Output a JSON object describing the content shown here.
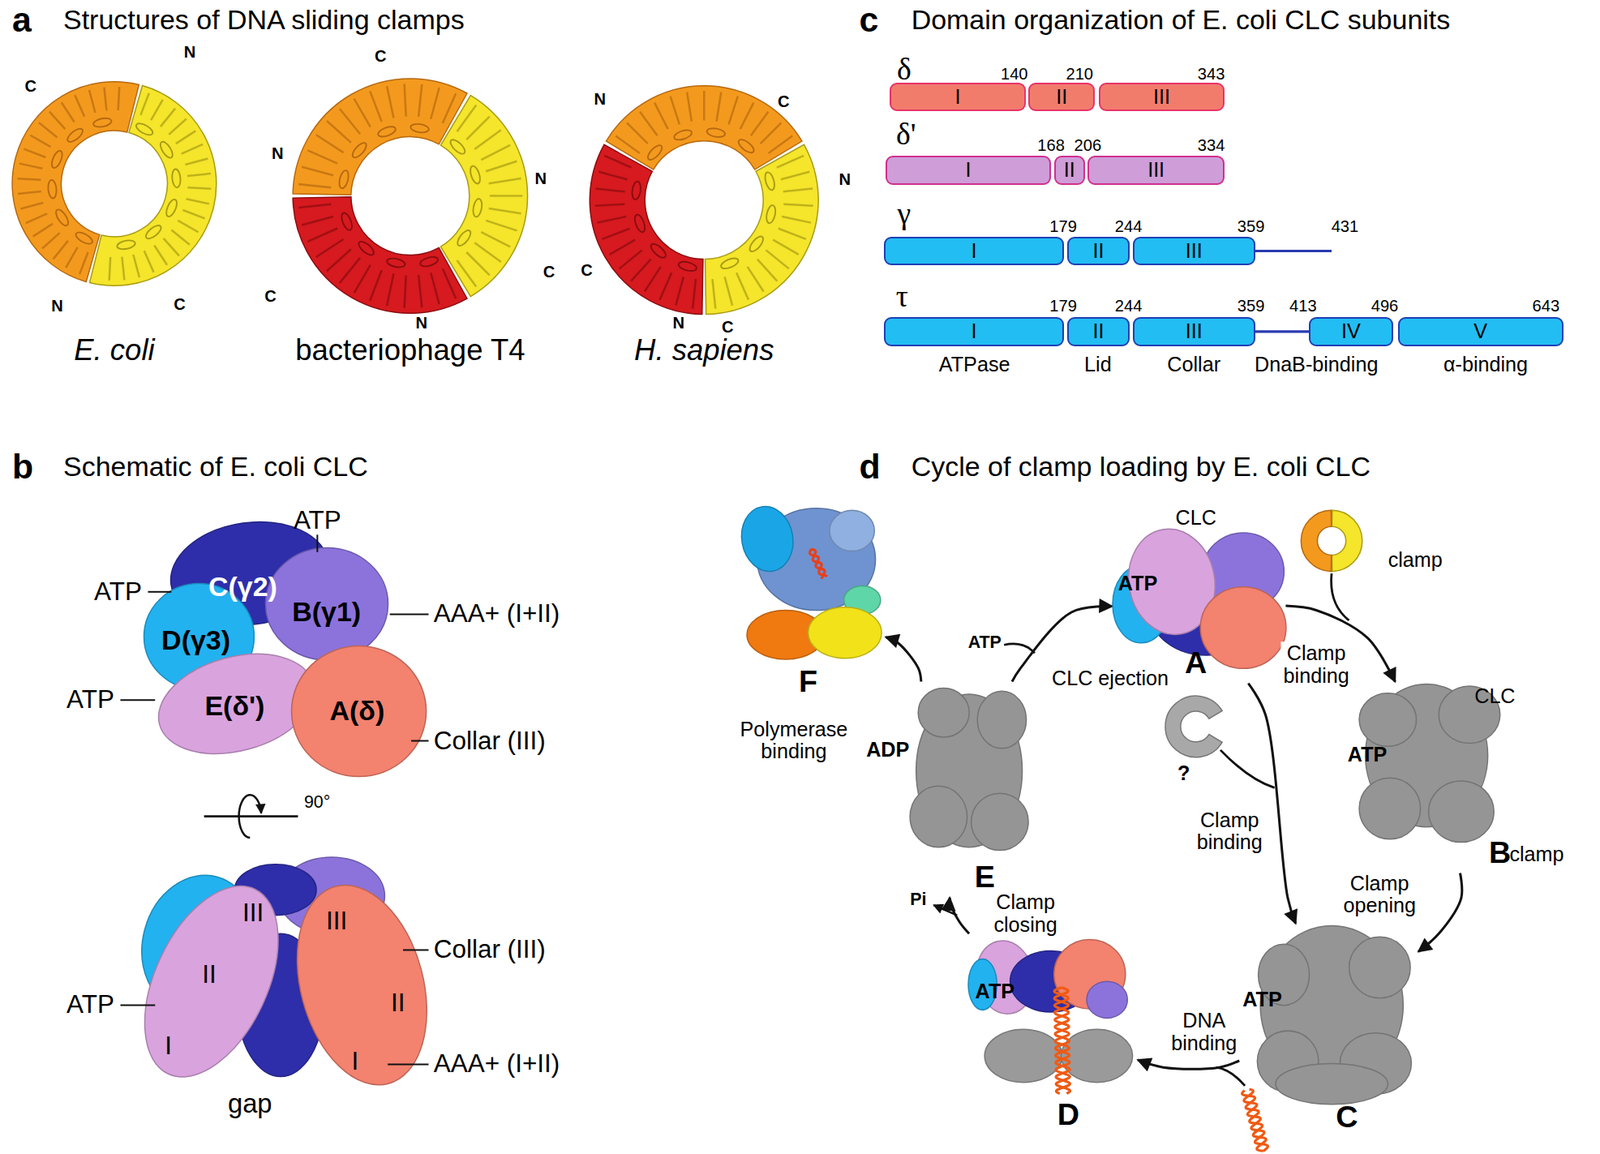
{
  "diagram": {
    "nodes": [
      {
        "text": [
          "C(γ2)"
        ]
      },
      {
        "text": [
          "B(γ1)"
        ]
      },
      {
        "text": [
          "D(γ3)"
        ]
      },
      {
        "text": [
          "E(δ')"
        ]
      },
      {
        "text": [
          "A(δ)"
        ]
      },
      {
        "text": [
          "III",
          "II",
          "I"
        ]
      },
      {
        "text": [
          "III",
          "II",
          "I"
        ]
      },
      {
        "text": [
          "I"
        ]
      },
      {
        "text": [
          "II"
        ]
      },
      {
        "text": [
          "III"
        ]
      },
      {
        "text": [
          "I"
        ]
      },
      {
        "text": [
          "II"
        ]
      },
      {
        "text": [
          "III"
        ]
      },
      {
        "text": [
          "I"
        ]
      },
      {
        "text": [
          "II"
        ]
      },
      {
        "text": [
          "III"
        ]
      },
      {
        "text": [
          "I"
        ]
      },
      {
        "text": [
          "II"
        ]
      },
      {
        "text": [
          "III"
        ]
      },
      {
        "text": [
          "IV"
        ]
      },
      {
        "text": [
          "V"
        ]
      },
      {
        "text": [
          "F"
        ]
      },
      {
        "text": [
          "CLC",
          "ATP",
          "A"
        ]
      },
      {
        "text": [
          "CLC",
          "ATP",
          "B",
          "clamp"
        ]
      },
      {
        "text": [
          "ADP",
          "E"
        ]
      },
      {
        "text": [
          "ATP",
          "C"
        ]
      },
      {
        "text": [
          "ATP",
          "D"
        ]
      }
    ],
    "edges": [
      {
        "from": 22,
        "to": 23,
        "arrow": "to",
        "label": "Clamp binding"
      },
      {
        "from": 22,
        "to": 25,
        "arrow": "to",
        "label": "Clamp binding"
      },
      {
        "from": 23,
        "to": 25,
        "arrow": "to",
        "label": "Clamp opening"
      },
      {
        "from": 25,
        "to": 26,
        "arrow": "to",
        "label": "DNA binding"
      },
      {
        "from": 26,
        "to": 24,
        "arrow": "to",
        "label": "Clamp closing"
      },
      {
        "from": 24,
        "to": 22,
        "arrow": "to",
        "label": "CLC ejection"
      },
      {
        "from": 24,
        "to": 21,
        "arrow": "to",
        "label": "Polymerase binding"
      }
    ],
    "labels": [
      "a",
      "Structures of DNA sliding clamps",
      "C",
      "N",
      "N",
      "C",
      "E. coli",
      "C",
      "N",
      "N",
      "C",
      "C",
      "N",
      "bacteriophage T4",
      "N",
      "C",
      "C",
      "N",
      "N",
      "C",
      "H. sapiens",
      "b",
      "Schematic of E. coli CLC",
      "ATP",
      "ATP",
      "AAA+ (I+II)",
      "ATP",
      "Collar (III)",
      "90°",
      "ATP",
      "Collar (III)",
      "AAA+ (I+II)",
      "gap",
      "c",
      "Domain organization of E. coli CLC subunits",
      "δ",
      "140",
      "210",
      "343",
      "δ'",
      "168",
      "206",
      "334",
      "γ",
      "179",
      "244",
      "359",
      "431",
      "τ",
      "179",
      "244",
      "359",
      "413",
      "496",
      "643",
      "ATPase",
      "Lid",
      "Collar",
      "DnaB-binding",
      "α-binding",
      "d",
      "Cycle of clamp loading by E. coli CLC",
      "clamp",
      "?",
      "ATP",
      "Pi"
    ]
  }
}
